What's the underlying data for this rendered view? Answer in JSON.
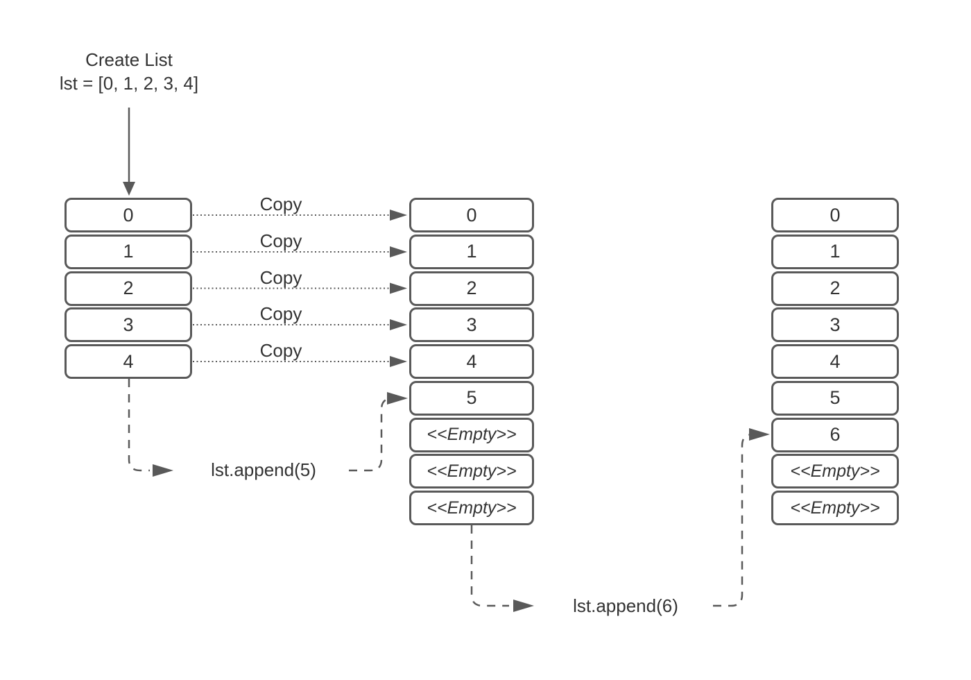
{
  "diagram": {
    "title": "Create List",
    "subtitle": "lst = [0, 1, 2, 3, 4]",
    "copy_label": "Copy",
    "append5_label": "lst.append(5)",
    "append6_label": "lst.append(6)",
    "colors": {
      "stroke": "#595959",
      "text": "#333333",
      "cell_fill": "#ffffff",
      "background": "#ffffff"
    },
    "lists": [
      {
        "name": "original-list",
        "cells": [
          "0",
          "1",
          "2",
          "3",
          "4"
        ]
      },
      {
        "name": "list-after-append-5",
        "cells": [
          "0",
          "1",
          "2",
          "3",
          "4",
          "5",
          "<<Empty>>",
          "<<Empty>>",
          "<<Empty>>"
        ]
      },
      {
        "name": "list-after-append-6",
        "cells": [
          "0",
          "1",
          "2",
          "3",
          "4",
          "5",
          "6",
          "<<Empty>>",
          "<<Empty>>"
        ]
      }
    ]
  }
}
